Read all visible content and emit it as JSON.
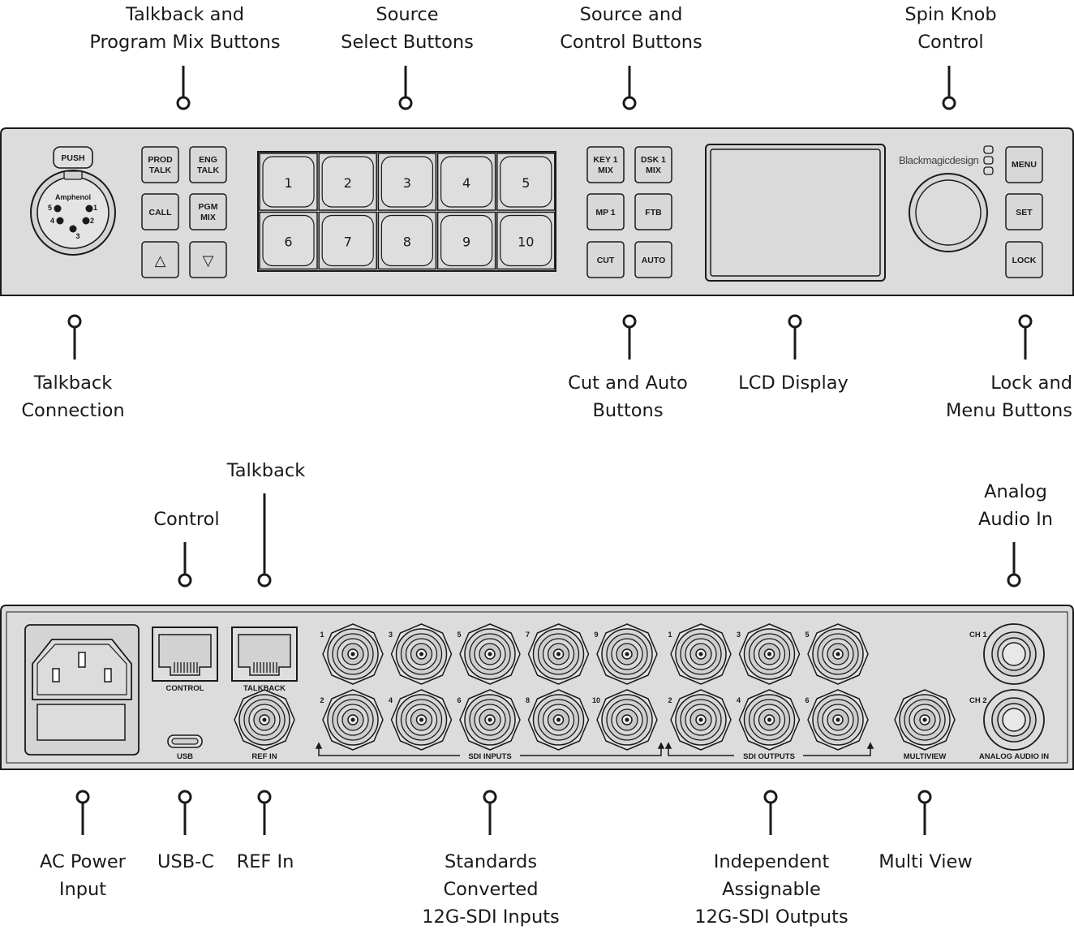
{
  "callouts_top": {
    "talkback_program_mix": [
      "Talkback and",
      "Program Mix Buttons"
    ],
    "source_select": [
      "Source",
      "Select Buttons"
    ],
    "source_control": [
      "Source and",
      "Control  Buttons"
    ],
    "spin_knob": [
      "Spin Knob",
      "Control"
    ],
    "talkback_connection": [
      "Talkback",
      "Connection"
    ],
    "cut_auto": [
      "Cut and Auto",
      "Buttons"
    ],
    "lcd_display": [
      "LCD Display"
    ],
    "lock_menu": [
      "Lock and",
      "Menu Buttons"
    ]
  },
  "callouts_rear": {
    "talkback": [
      "Talkback"
    ],
    "control": [
      "Control"
    ],
    "analog_audio": [
      "Analog",
      "Audio In"
    ],
    "ac_power": [
      "AC Power",
      "Input"
    ],
    "usb_c": [
      "USB-C"
    ],
    "ref_in": [
      "REF In"
    ],
    "sdi_inputs": [
      "Standards",
      "Converted",
      "12G-SDI Inputs"
    ],
    "sdi_outputs": [
      "Independent",
      "Assignable",
      "12G-SDI Outputs"
    ],
    "multi_view": [
      "Multi View"
    ]
  },
  "front_panel": {
    "xlr_push": "PUSH",
    "xlr_brand": "Amphenol",
    "xlr_pins": [
      "1",
      "2",
      "3",
      "4",
      "5"
    ],
    "talk_buttons": [
      [
        "PROD",
        "TALK"
      ],
      [
        "ENG",
        "TALK"
      ],
      [
        "CALL"
      ],
      [
        "PGM",
        "MIX"
      ]
    ],
    "arrow_up": "△",
    "arrow_down": "▽",
    "source_buttons": [
      "1",
      "2",
      "3",
      "4",
      "5",
      "6",
      "7",
      "8",
      "9",
      "10"
    ],
    "control_buttons": [
      [
        "KEY 1",
        "MIX"
      ],
      [
        "DSK 1",
        "MIX"
      ],
      [
        "MP 1"
      ],
      [
        "FTB"
      ],
      [
        "CUT"
      ],
      [
        "AUTO"
      ]
    ],
    "brand": "Blackmagicdesign",
    "menu_buttons": [
      "MENU",
      "SET",
      "LOCK"
    ]
  },
  "rear_panel": {
    "control_label": "CONTROL",
    "talkback_label": "TALKBACK",
    "usb_label": "USB",
    "ref_in_label": "REF IN",
    "sdi_in_top_numbers": [
      "1",
      "3",
      "5",
      "7",
      "9"
    ],
    "sdi_in_bottom_numbers": [
      "2",
      "4",
      "6",
      "8",
      "10"
    ],
    "sdi_inputs_label": "SDI INPUTS",
    "sdi_out_top_numbers": [
      "1",
      "3",
      "5"
    ],
    "sdi_out_bottom_numbers": [
      "2",
      "4",
      "6"
    ],
    "sdi_outputs_label": "SDI OUTPUTS",
    "multiview_label": "MULTIVIEW",
    "ch1_label": "CH 1",
    "ch2_label": "CH 2",
    "analog_audio_label": "ANALOG AUDIO IN"
  }
}
